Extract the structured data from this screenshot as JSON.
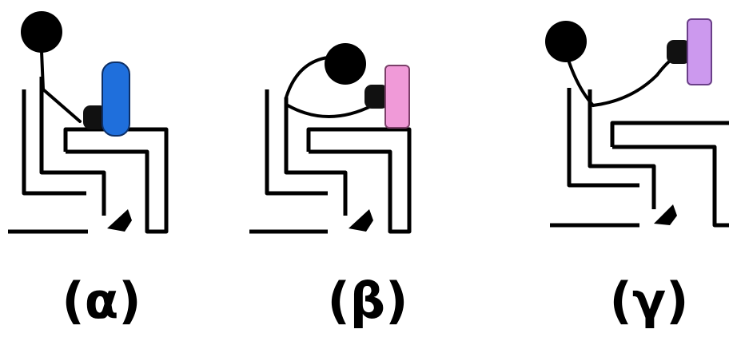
{
  "panels": [
    {
      "label": "(α)",
      "screen_color": "#1f6fdc"
    },
    {
      "label": "(β)",
      "screen_color": "#f09ad8"
    },
    {
      "label": "(γ)",
      "screen_color": "#cc99ee"
    }
  ],
  "ink_color": "#000000"
}
